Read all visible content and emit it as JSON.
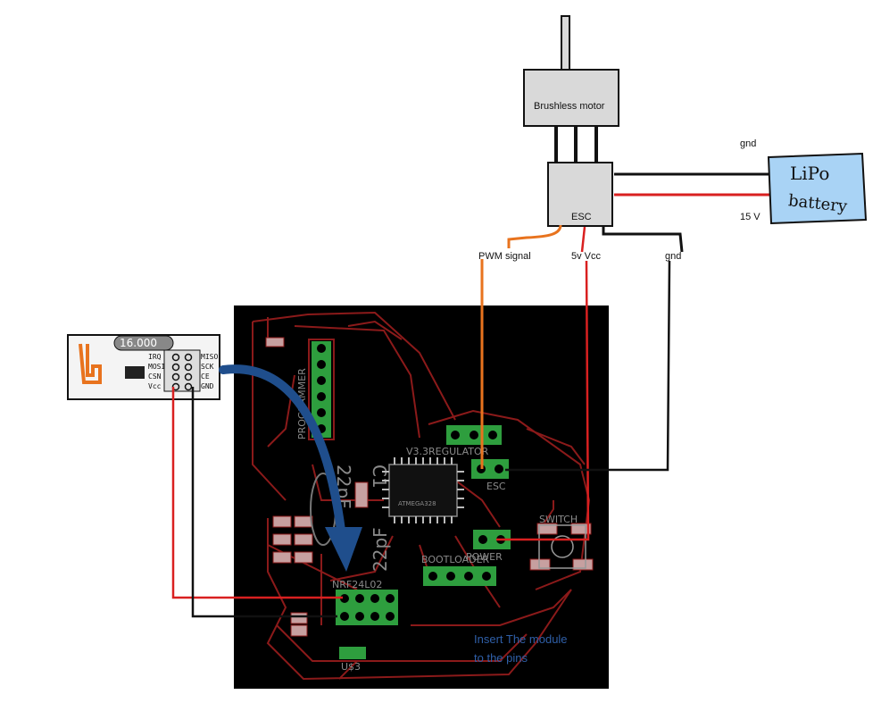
{
  "motor": {
    "label": "Brushless motor"
  },
  "esc": {
    "label": "ESC"
  },
  "battery": {
    "line1": "LiPo",
    "line2": "battery",
    "gnd_label": "gnd",
    "v_label": "15 V"
  },
  "signals": {
    "pwm": "PWM signal",
    "vcc": "5v Vcc",
    "gnd": "gnd"
  },
  "pcb": {
    "labels": {
      "programmer": "PROGRAMMER",
      "regulator": "V3.3REGULATOR",
      "esc": "ESC",
      "c1": "C1",
      "cap_left": "22pF",
      "cap_right": "22pF",
      "mcu": "ATMEGA328",
      "switch": "SWITCH",
      "power": "POWER",
      "bootloader": "BOOTLOADER",
      "nrf": "NRF24L02",
      "u3": "U$3"
    }
  },
  "module": {
    "crystal": "16.000",
    "left_pins": [
      "IRQ",
      "MOSI",
      "CSN",
      "Vcc"
    ],
    "right_pins": [
      "MISO",
      "SCK",
      "CE",
      "GND"
    ]
  },
  "note": {
    "line1": "Insert The module",
    "line2": "to the pins"
  },
  "colors": {
    "pcb_bg": "#000000",
    "trace": "#8b1a1a",
    "pad": "#2e9e3e",
    "arrow": "#1f4e8c",
    "orange": "#e8731e",
    "red": "#d92020",
    "battery_fill": "#a9d3f5"
  }
}
